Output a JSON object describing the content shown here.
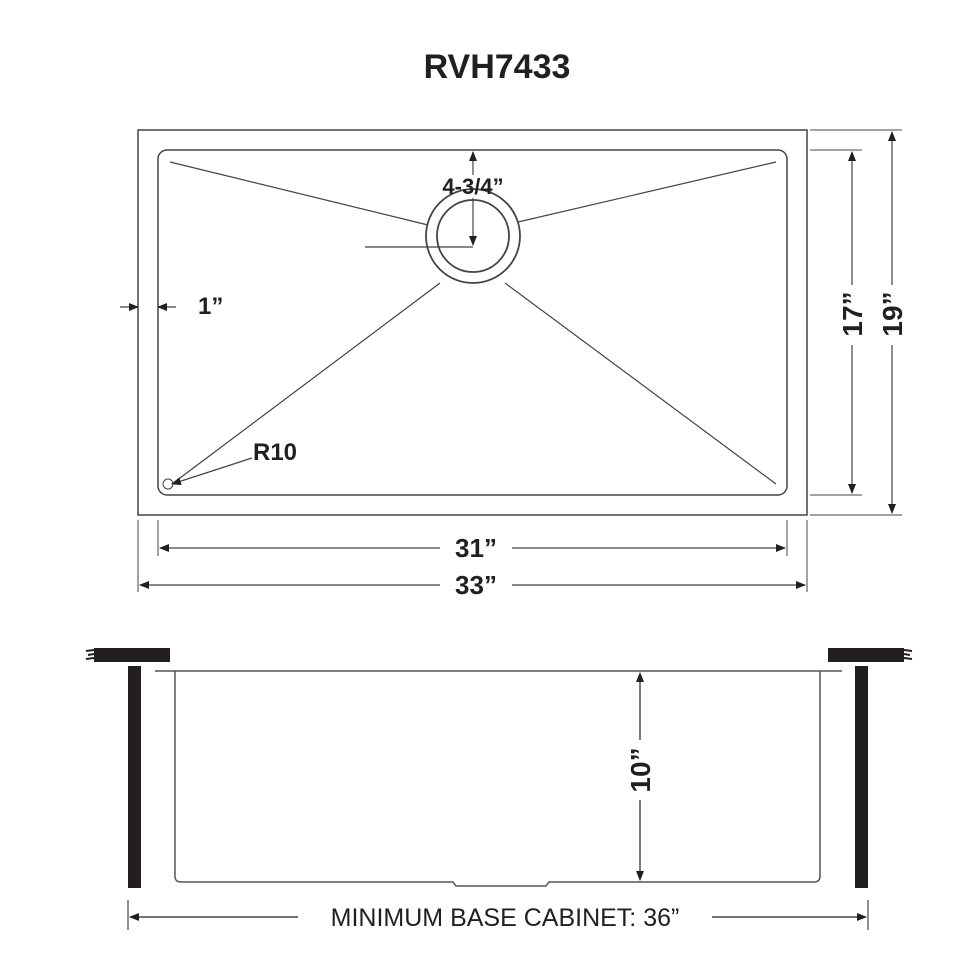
{
  "title": "RVH7433",
  "top_view": {
    "drain_label": "4-3/4”",
    "rim_label": "1”",
    "radius_label": "R10",
    "inner_depth_label": "17”",
    "outer_depth_label": "19”",
    "inner_width_label": "31”",
    "outer_width_label": "33”"
  },
  "side_view": {
    "depth_label": "10”",
    "cabinet_label": "MINIMUM BASE CABINET: 36”"
  },
  "colors": {
    "ink": "#231f20",
    "line": "#555555"
  }
}
